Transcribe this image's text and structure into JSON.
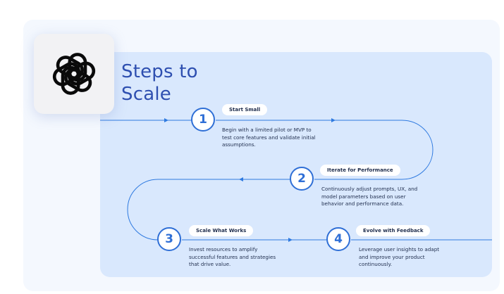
{
  "title": "Steps to\nScale",
  "logo": {
    "icon": "openai-logo-icon"
  },
  "colors": {
    "accent": "#2f6fd6",
    "title": "#2e4fb0",
    "panel": "#d9e8fd",
    "outer_panel": "#f4f8fe"
  },
  "steps": [
    {
      "number": "1",
      "label": "Start Small",
      "description": "Begin with a limited pilot or MVP to test core features and validate initial assumptions."
    },
    {
      "number": "2",
      "label": "Iterate for Performance",
      "description": "Continuously adjust prompts, UX, and model parameters based on user behavior and performance data."
    },
    {
      "number": "3",
      "label": "Scale What Works",
      "description": "Invest resources to amplify successful features and strategies that drive value."
    },
    {
      "number": "4",
      "label": "Evolve with Feedback",
      "description": "Leverage user insights to adapt and improve your product continuously."
    }
  ]
}
